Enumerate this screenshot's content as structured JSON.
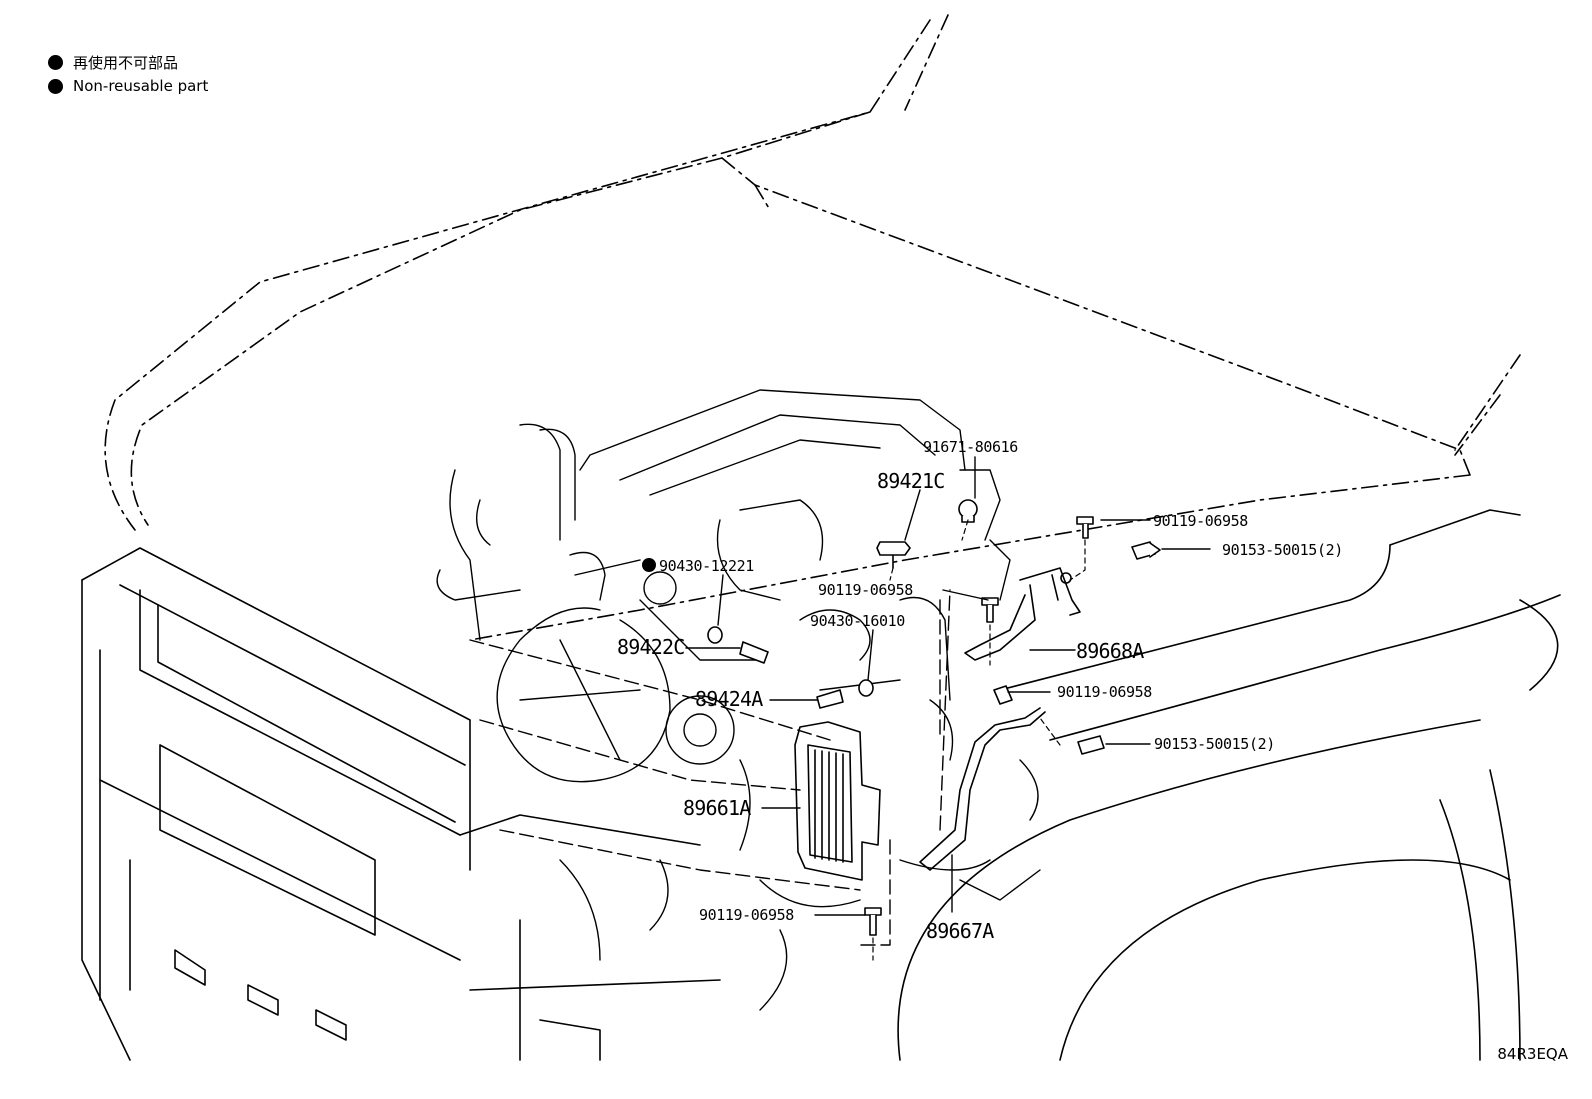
{
  "legend": {
    "items": [
      {
        "text": "再使用不可部品"
      },
      {
        "text": "Non-reusable part"
      }
    ]
  },
  "callouts": {
    "c91671": "91671-80616",
    "c89421c": "89421C",
    "c90119_top": "90119-06958",
    "c90153_top": "90153-50015(2)",
    "c90430_12221": "90430-12221",
    "c90119_mid": "90119-06958",
    "c90430_16010": "90430-16010",
    "c89422c": "89422C",
    "c89668a": "89668A",
    "c89424a": "89424A",
    "c90119_right": "90119-06958",
    "c90153_bottom": "90153-50015(2)",
    "c89661a": "89661A",
    "c90119_bottom": "90119-06958",
    "c89667a": "89667A"
  },
  "diagram_code": "84R3EQA"
}
